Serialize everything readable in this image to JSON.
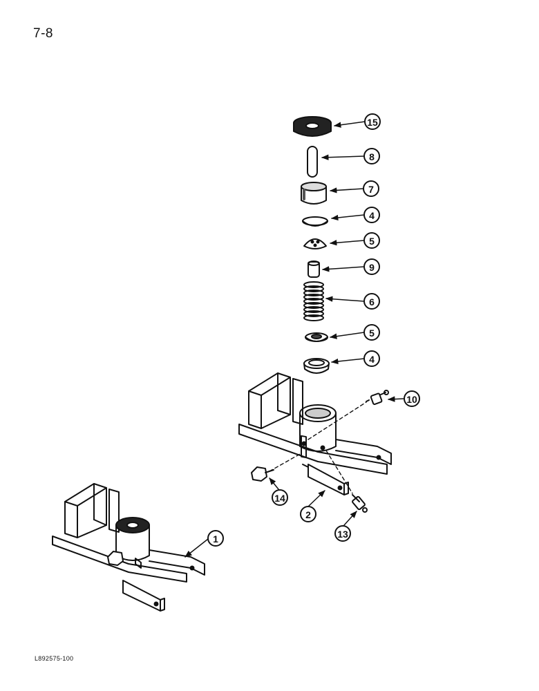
{
  "page": {
    "number": "7-8",
    "figure_code": "L892575-100"
  },
  "callouts": [
    {
      "id": "c15",
      "label": "15"
    },
    {
      "id": "c8",
      "label": "8"
    },
    {
      "id": "c7",
      "label": "7"
    },
    {
      "id": "c4a",
      "label": "4"
    },
    {
      "id": "c5a",
      "label": "5"
    },
    {
      "id": "c9",
      "label": "9"
    },
    {
      "id": "c6",
      "label": "6"
    },
    {
      "id": "c5b",
      "label": "5"
    },
    {
      "id": "c4b",
      "label": "4"
    },
    {
      "id": "c10",
      "label": "10"
    },
    {
      "id": "c14",
      "label": "14"
    },
    {
      "id": "c2",
      "label": "2"
    },
    {
      "id": "c13",
      "label": "13"
    },
    {
      "id": "c1",
      "label": "1"
    }
  ]
}
